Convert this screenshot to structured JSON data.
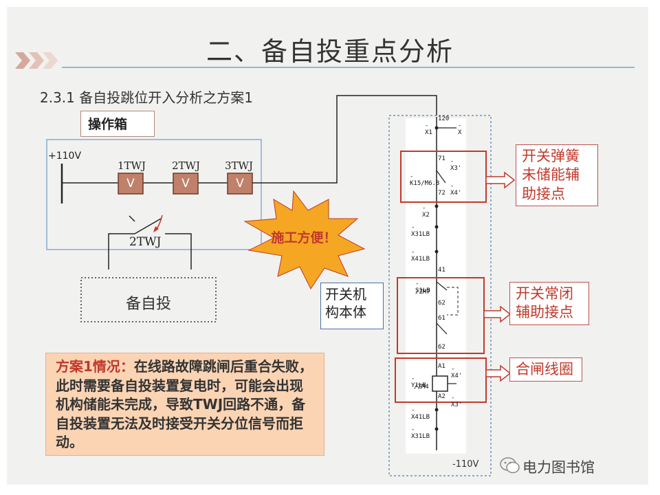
{
  "title": "二、备自投重点分析",
  "subtitle": "2.3.1  备自投跳位开入分析之方案1",
  "operation_box_label": "操作箱",
  "voltage_pos": "+110V",
  "voltage_neg": "-110V",
  "relays": [
    {
      "label": "1TWJ",
      "symbol": "V"
    },
    {
      "label": "2TWJ",
      "symbol": "V"
    },
    {
      "label": "3TWJ",
      "symbol": "V"
    }
  ],
  "contact_label": "2TWJ",
  "bzt_label": "备自投",
  "starburst_text": "施工方便！",
  "mechanism_label": "开关机构本体",
  "callouts": [
    "开关弹簧未储能辅助接点",
    "开关常闭辅助接点",
    "合闸线圈"
  ],
  "note_lead": "方案1情况：",
  "note_body": "在线路故障跳闸后重合失败，此时需要备自投装置复电时，可能会出现机构储能未完成，导致TWJ回路不通，备自投装置无法及时接受开关分位信号而拒动。",
  "schematic_labels": {
    "x1": "-X1",
    "x_top_right": "-X",
    "k15": "-K15/M6.8",
    "x3a": "-X3'",
    "x4a": "-X4'",
    "x2": "-X2",
    "x31lb_a": "-X31LB",
    "x41lb_a": "-X41LB",
    "s1lb": "-S1LB",
    "zm7": "/ZM7",
    "y1lb": "-Y1LB",
    "zm4": "/ZM4",
    "x4b": "-X4'",
    "x3b": "-X3'",
    "x41lb_b": "-X41LB",
    "x31lb_b": "-X31LB",
    "pins": [
      "120",
      "71",
      "72",
      "41",
      "62",
      "61",
      "62",
      "A1",
      "A2"
    ]
  },
  "watermark": "电力图书馆",
  "colors": {
    "accent_red": "#c0392b",
    "note_bg": "#fbd4b4",
    "relay_fill": "#c0806a",
    "star": "#f5a623",
    "frame_blue": "#4a7fb0"
  }
}
